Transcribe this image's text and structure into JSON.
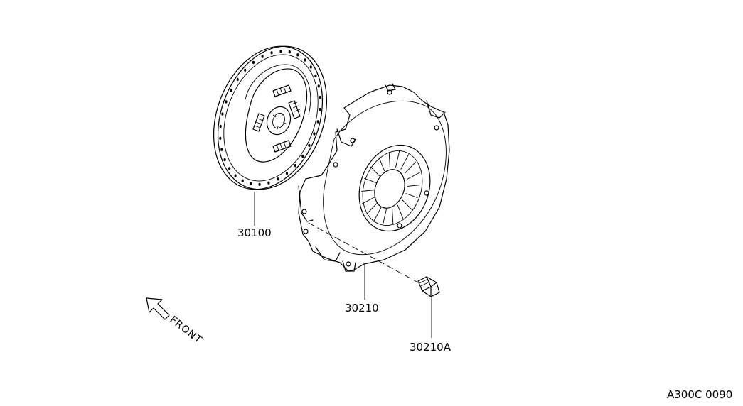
{
  "parts": [
    {
      "number": "30100"
    },
    {
      "number": "30210"
    },
    {
      "number": "30210A"
    }
  ],
  "orientation_label": "FRONT",
  "diagram_code": "A300C 0090"
}
